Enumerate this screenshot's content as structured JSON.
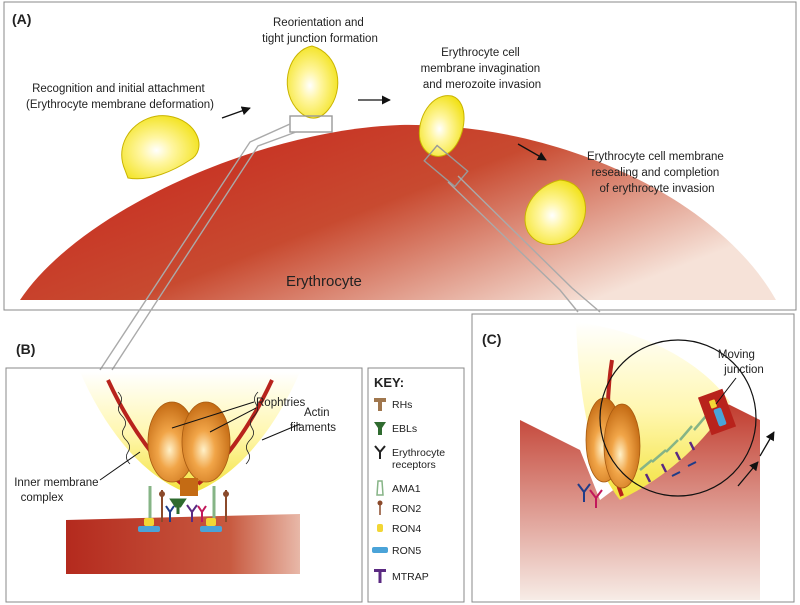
{
  "panels": {
    "a": "(A)",
    "b": "(B)",
    "c": "(C)"
  },
  "panel_a": {
    "steps": {
      "s1": [
        "Recognition and initial attachment",
        "(Erythrocyte membrane deformation)"
      ],
      "s2": [
        "Reorientation and",
        "tight junction formation"
      ],
      "s3": [
        "Erythrocyte cell",
        "membrane invagination",
        "and merozoite invasion"
      ],
      "s4": [
        "Erythrocyte cell membrane",
        "resealing and completion",
        "of erythrocyte invasion"
      ]
    },
    "cell_label": "Erythrocyte"
  },
  "panel_b": {
    "rophtries": "Rophtries",
    "actin": [
      "Actin",
      "filaments"
    ],
    "imc": [
      "Inner membrane",
      "complex"
    ]
  },
  "key": {
    "title": "KEY:",
    "items": [
      {
        "label": [
          "RHs"
        ],
        "icon": "rh-icon",
        "color": "#a0774e"
      },
      {
        "label": [
          "EBLs"
        ],
        "icon": "ebl-icon",
        "color": "#2f6b2f"
      },
      {
        "label": [
          "Erythrocyte",
          "receptors"
        ],
        "icon": "receptor-icon",
        "color": "#222222"
      },
      {
        "label": [
          "AMA1"
        ],
        "icon": "ama1-icon",
        "color": "#86b486"
      },
      {
        "label": [
          "RON2"
        ],
        "icon": "ron2-icon",
        "color": "#8b4a2b"
      },
      {
        "label": [
          "RON4"
        ],
        "icon": "ron4-icon",
        "color": "#f2d635"
      },
      {
        "label": [
          "RON5"
        ],
        "icon": "ron5-icon",
        "color": "#4aa3d8"
      },
      {
        "label": [
          "MTRAP"
        ],
        "icon": "mtrap-icon",
        "color": "#5b2a82"
      }
    ]
  },
  "panel_c": {
    "moving_junction": [
      "Moving",
      "junction"
    ]
  }
}
